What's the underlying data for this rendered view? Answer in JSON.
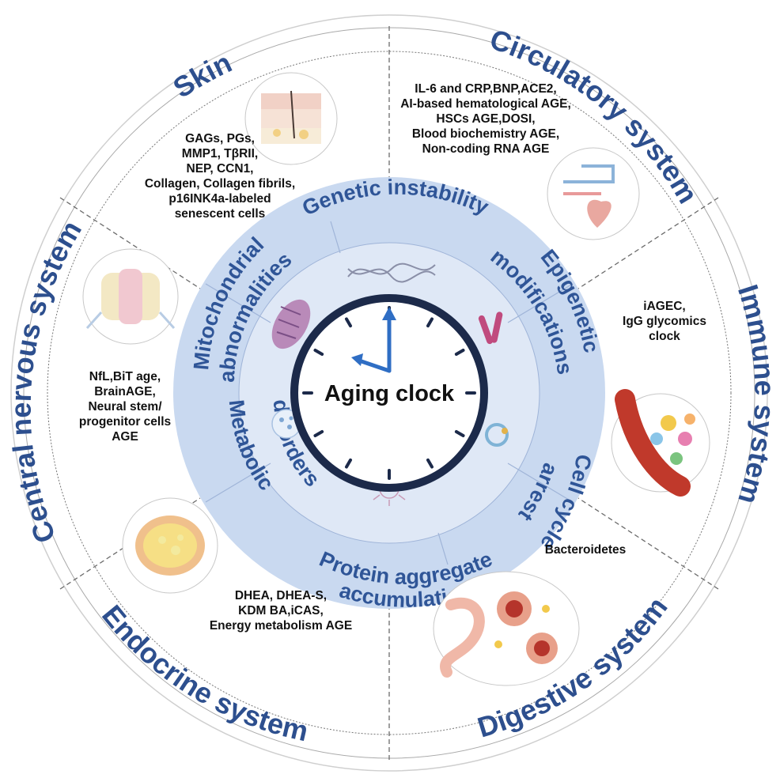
{
  "center_label": "Aging clock",
  "systems": [
    {
      "id": "skin",
      "label": "Skin",
      "biomarkers": [
        "GAGs, PGs,",
        "MMP1, TβRII,",
        "NEP, CCN1,",
        "Collagen, Collagen fibrils,",
        "p16INK4a-labeled",
        "senescent cells"
      ]
    },
    {
      "id": "circulatory",
      "label": "Circulatory system",
      "biomarkers": [
        "IL-6 and CRP,BNP,ACE2,",
        "AI-based hematological AGE,",
        "HSCs AGE,DOSI,",
        "Blood biochemistry AGE,",
        "Non-coding RNA AGE"
      ]
    },
    {
      "id": "immune",
      "label": "Immune system",
      "biomarkers": [
        "iAGEC,",
        "IgG glycomics",
        "clock"
      ]
    },
    {
      "id": "digestive",
      "label": "Digestive system",
      "biomarkers": [
        "Bacteroidetes"
      ]
    },
    {
      "id": "endocrine",
      "label": "Endocrine system",
      "biomarkers": [
        "DHEA,  DHEA-S,",
        "KDM BA,iCAS,",
        "Energy metabolism AGE"
      ]
    },
    {
      "id": "cns",
      "label": "Central nervous system",
      "biomarkers": [
        "NfL,BiT age,",
        "BrainAGE,",
        "Neural stem/",
        "progenitor cells",
        "AGE"
      ]
    }
  ],
  "hallmarks": {
    "genetic": [
      "Genetic instability"
    ],
    "epigenetic": [
      "Epigenetic",
      "modifications"
    ],
    "cellcycle": [
      "Cell cycle",
      "arrest"
    ],
    "protein": [
      "Protein aggregate",
      "accumulation"
    ],
    "metabolic": [
      "Metabolic",
      "disorders"
    ],
    "mito": [
      "Mitochondrial",
      "abnormalities"
    ]
  },
  "colors": {
    "accent": "#2d4f8e",
    "inner_ring": "#c9d9f0",
    "clock_border": "#1c2a4a",
    "clock_hand": "#2f6ec4"
  }
}
